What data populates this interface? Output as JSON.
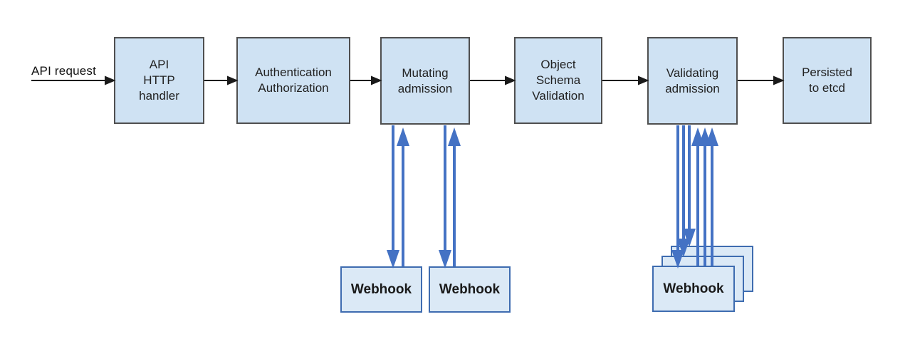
{
  "flow_label": {
    "text": "API request"
  },
  "nodes": [
    {
      "id": "api-http-handler",
      "label": "API\nHTTP\nhandler"
    },
    {
      "id": "authn-authz",
      "label": "Authentication\nAuthorization"
    },
    {
      "id": "mutating-admission",
      "label": "Mutating\nadmission"
    },
    {
      "id": "object-schema-validation",
      "label": "Object\nSchema\nValidation"
    },
    {
      "id": "validating-admission",
      "label": "Validating\nadmission"
    },
    {
      "id": "persisted-to-etcd",
      "label": "Persisted\nto etcd"
    }
  ],
  "webhooks": {
    "mutating": [
      {
        "label": "Webhook"
      },
      {
        "label": "Webhook"
      }
    ],
    "validating": [
      {
        "label": "Webhook"
      },
      {
        "label": "Webhook"
      },
      {
        "label": "Webhook"
      }
    ]
  },
  "colors": {
    "node_fill": "#cfe2f3",
    "node_border": "#4f4f4f",
    "webhook_fill": "#dbe9f6",
    "webhook_border": "#3e6cb0",
    "flow_arrow": "#1a1a1a",
    "webhook_arrow": "#4472c4"
  }
}
